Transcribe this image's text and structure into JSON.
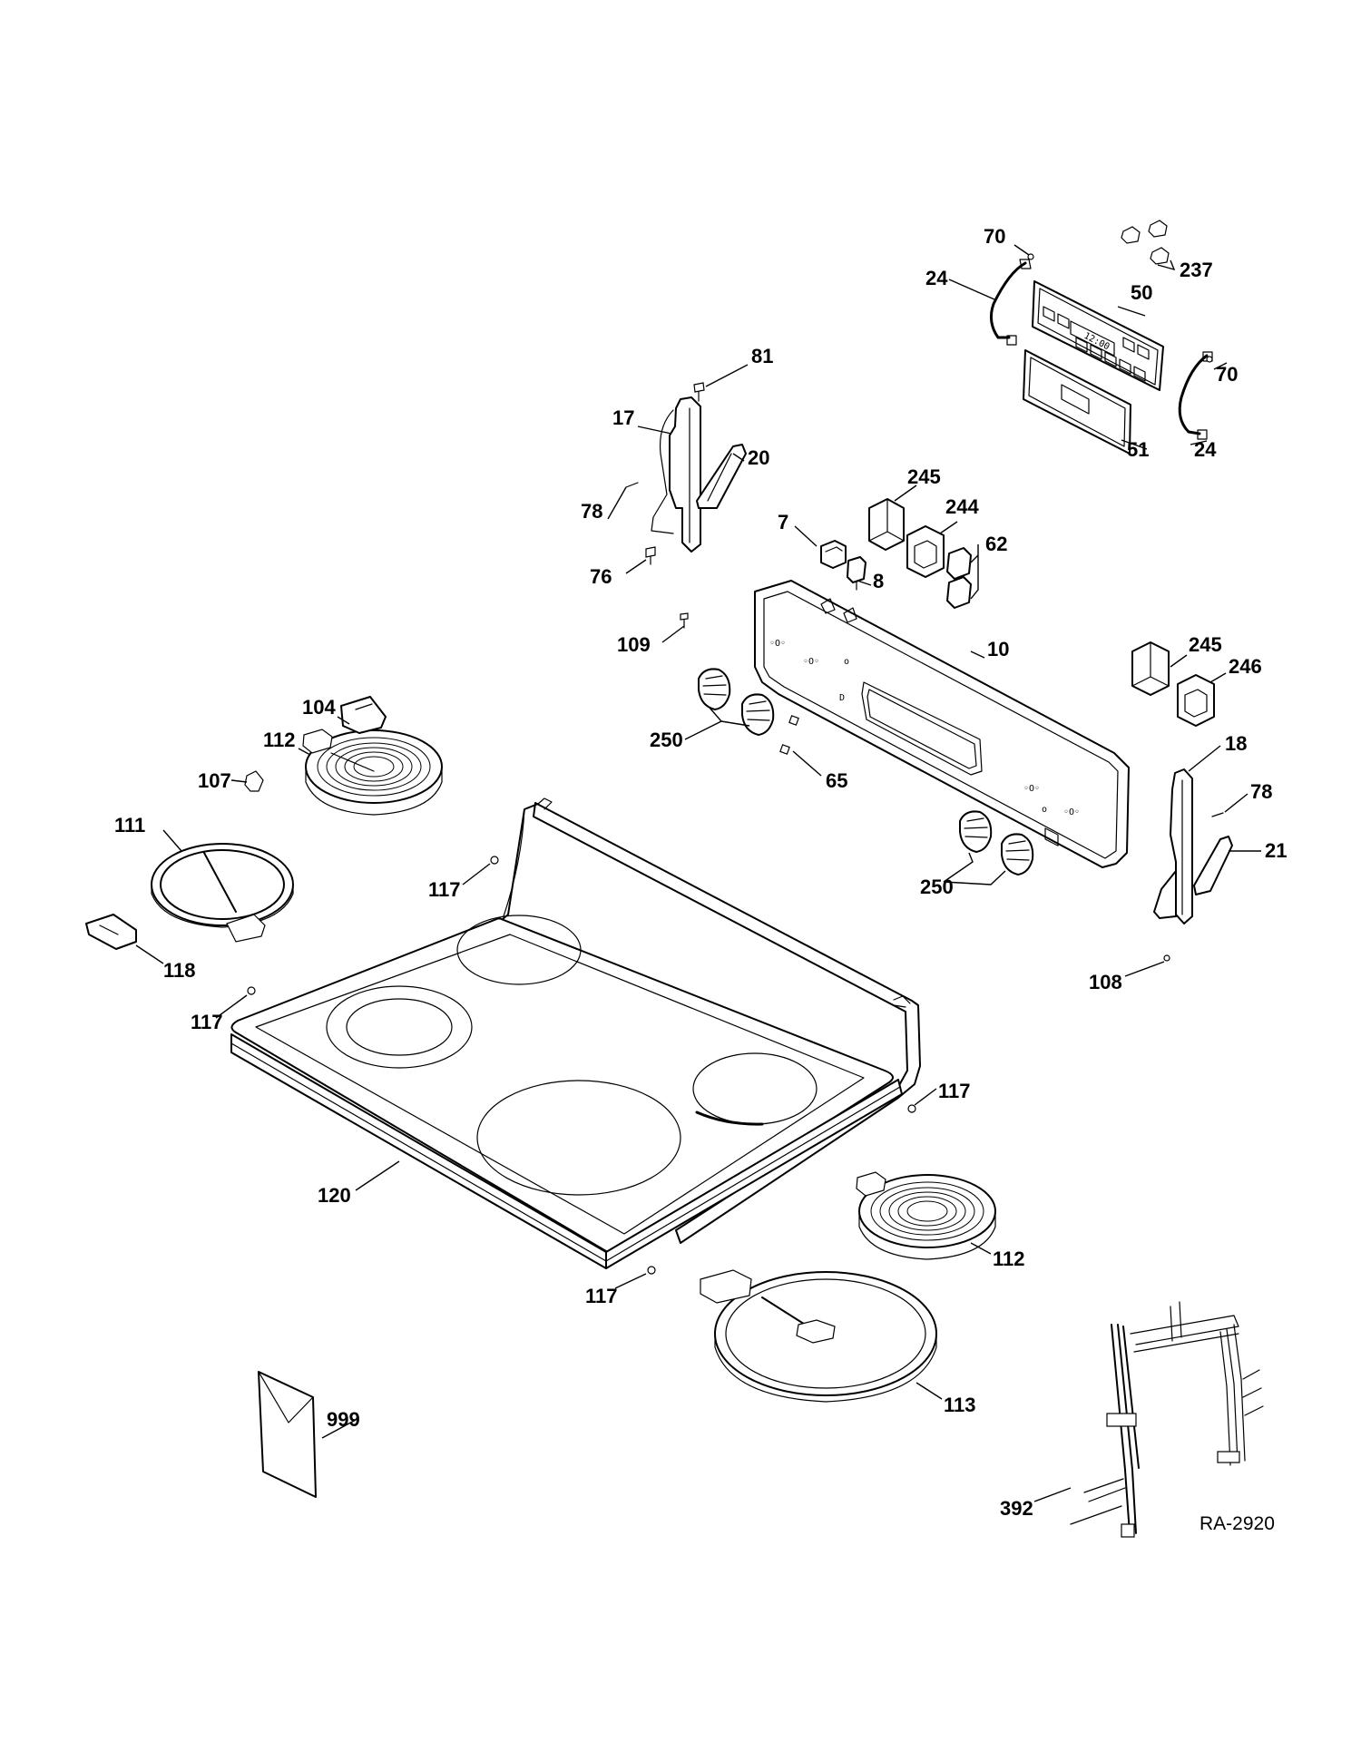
{
  "diagram": {
    "code": "RA-2920",
    "callouts": {
      "c70a": "70",
      "c237": "237",
      "c24a": "24",
      "c50": "50",
      "c81": "81",
      "c70b": "70",
      "c17": "17",
      "c20": "20",
      "c51": "51",
      "c24b": "24",
      "c245a": "245",
      "c78a": "78",
      "c244": "244",
      "c7": "7",
      "c62": "62",
      "c76": "76",
      "c8": "8",
      "c109": "109",
      "c10": "10",
      "c245b": "245",
      "c246": "246",
      "c104": "104",
      "c250a": "250",
      "c112a": "112",
      "c18": "18",
      "c65": "65",
      "c107": "107",
      "c78b": "78",
      "c111": "111",
      "c21": "21",
      "c117a": "117",
      "c250b": "250",
      "c118": "118",
      "c108": "108",
      "c117b": "117",
      "c117c": "117",
      "c120": "120",
      "c112b": "112",
      "c117d": "117",
      "c113": "113",
      "c999": "999",
      "c392": "392"
    },
    "display_readout": "12:00"
  }
}
